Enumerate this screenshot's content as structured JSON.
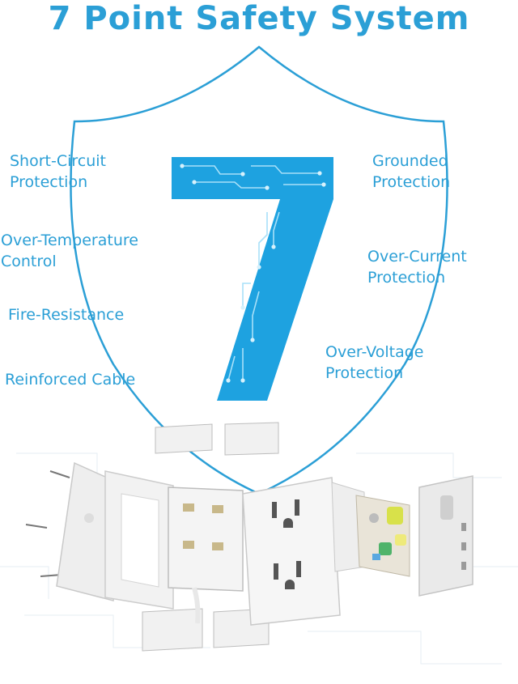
{
  "title": "7 Point Safety System",
  "big_numeral": "7",
  "colors": {
    "accent": "#2b9fd6",
    "numeral": "#1ea2e0",
    "circuit": "#9fdcf6",
    "device": "#eeeeee"
  },
  "features_left": [
    {
      "line1": "Short-Circuit",
      "line2": "Protection"
    },
    {
      "line1": "Over-Temperature",
      "line2": "Control"
    },
    {
      "line1": "Fire-Resistance",
      "line2": ""
    },
    {
      "line1": "Reinforced Cable",
      "line2": ""
    }
  ],
  "features_right": [
    {
      "line1": "Grounded",
      "line2": "Protection"
    },
    {
      "line1": "Over-Current",
      "line2": "Protection"
    },
    {
      "line1": "Over-Voltage",
      "line2": "Protection"
    }
  ],
  "icons": [
    "shield-outline-icon",
    "circuit-seven-icon",
    "exploded-power-outlet-icon"
  ]
}
